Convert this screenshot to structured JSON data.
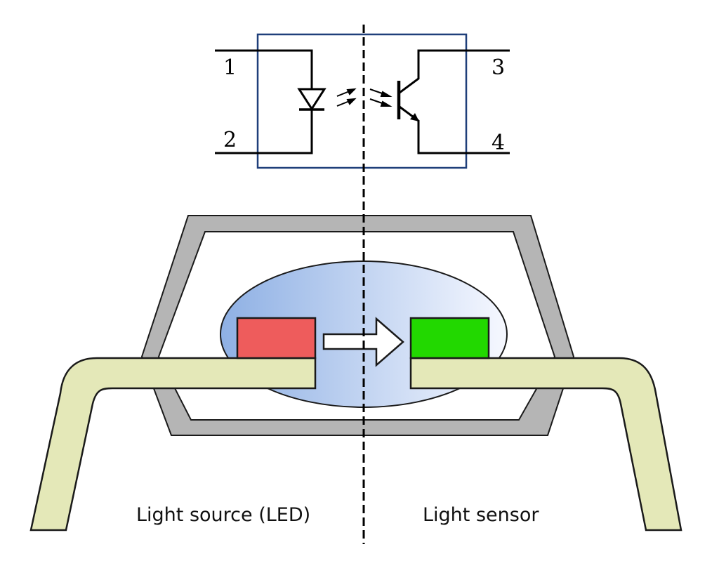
{
  "schematic": {
    "pins": [
      "1",
      "2",
      "3",
      "4"
    ]
  },
  "labels": {
    "left": "Light source (LED)",
    "right": "Light sensor"
  },
  "colors": {
    "package_frame": "#b5b5b5",
    "schematic_box": "#1f3f7a",
    "lead_fill": "#e4e8b8",
    "led_chip": "#ee5c5c",
    "sensor_chip": "#22d800",
    "cavity_gradient_start": "#8eb0e4",
    "cavity_gradient_end": "#f6f8ff"
  }
}
